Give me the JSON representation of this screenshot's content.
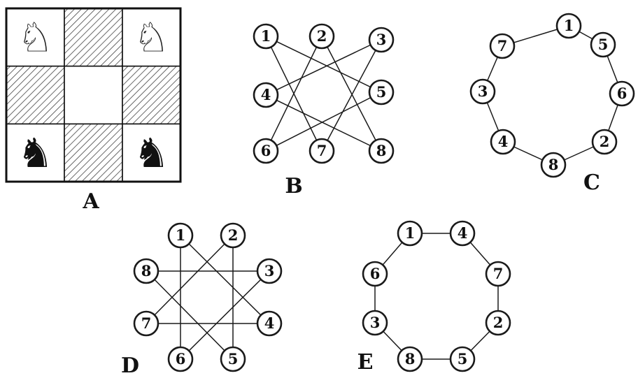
{
  "figure_a": {
    "label": "A",
    "colors": {
      "light_square": "#ffffff",
      "hatch": "#444444",
      "white_piece": "#ffffff",
      "black_piece": "#111111"
    },
    "squares": [
      [
        "light",
        "dark",
        "light"
      ],
      [
        "dark",
        "light",
        "dark"
      ],
      [
        "light",
        "dark",
        "light"
      ]
    ],
    "pieces": [
      {
        "row": 0,
        "col": 0,
        "color": "white",
        "glyph": "♘",
        "icon": "white-knight-icon"
      },
      {
        "row": 0,
        "col": 2,
        "color": "white",
        "glyph": "♘",
        "icon": "white-knight-icon"
      },
      {
        "row": 2,
        "col": 0,
        "color": "black",
        "glyph": "♞",
        "icon": "black-knight-icon"
      },
      {
        "row": 2,
        "col": 2,
        "color": "black",
        "glyph": "♞",
        "icon": "black-knight-icon"
      }
    ]
  },
  "figure_b": {
    "label": "B",
    "nodes": [
      "1",
      "2",
      "3",
      "4",
      "5",
      "6",
      "7",
      "8"
    ],
    "edges": [
      [
        "1",
        "5"
      ],
      [
        "1",
        "7"
      ],
      [
        "2",
        "6"
      ],
      [
        "2",
        "8"
      ],
      [
        "3",
        "4"
      ],
      [
        "3",
        "7"
      ],
      [
        "4",
        "8"
      ],
      [
        "5",
        "6"
      ]
    ]
  },
  "figure_c": {
    "label": "C",
    "cycle": [
      "1",
      "5",
      "6",
      "2",
      "8",
      "4",
      "3",
      "7"
    ]
  },
  "figure_d": {
    "label": "D",
    "nodes": [
      "1",
      "2",
      "3",
      "4",
      "5",
      "6",
      "7",
      "8"
    ],
    "edges": [
      [
        "1",
        "4"
      ],
      [
        "1",
        "6"
      ],
      [
        "2",
        "5"
      ],
      [
        "2",
        "7"
      ],
      [
        "3",
        "8"
      ],
      [
        "3",
        "6"
      ],
      [
        "4",
        "7"
      ],
      [
        "5",
        "8"
      ]
    ]
  },
  "figure_e": {
    "label": "E",
    "cycle": [
      "1",
      "4",
      "7",
      "2",
      "5",
      "8",
      "3",
      "6"
    ]
  }
}
